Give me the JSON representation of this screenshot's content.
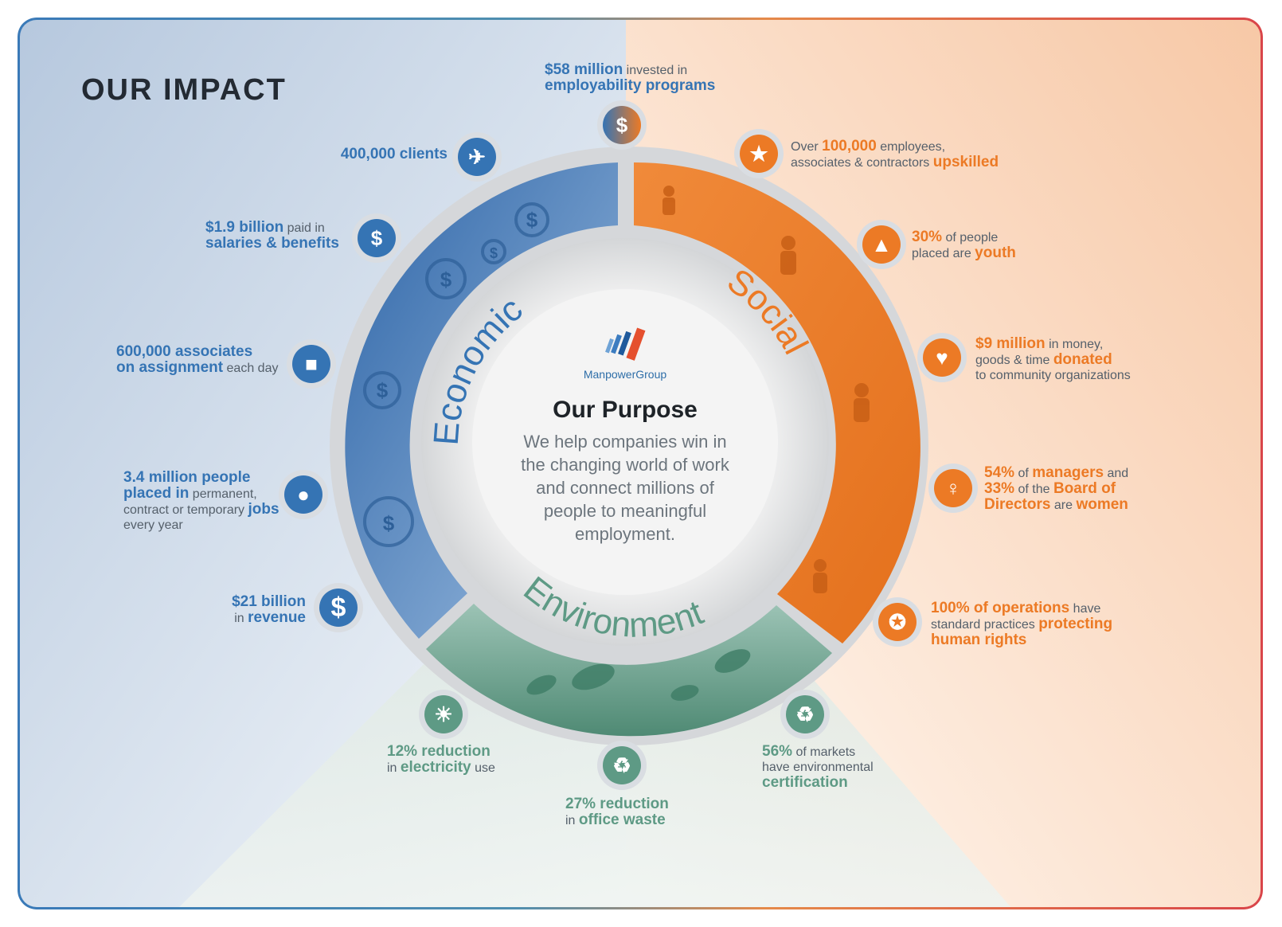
{
  "title": "OUR IMPACT",
  "center": {
    "brand": "ManpowerGroup",
    "heading": "Our Purpose",
    "text": "We help companies win in the changing world of work and connect millions of people to meaningful employment."
  },
  "segments": {
    "economic": "Economic",
    "social": "Social",
    "environment": "Environment"
  },
  "colors": {
    "economic": "#3574b4",
    "social": "#ec7a25",
    "environment": "#5e9a85"
  },
  "stats": {
    "employability": {
      "a": "$58 million",
      "b": " invested in",
      "c": "employability programs",
      "icon": "funding-icon"
    },
    "clients": {
      "a": "400,000 clients",
      "icon": "handshake-icon"
    },
    "salaries": {
      "a": "$1.9 billion",
      "b": " paid in",
      "c": "salaries & benefits",
      "icon": "dollar-icon"
    },
    "associates": {
      "a": "600,000 associates",
      "b": "on assignment",
      "c": " each day",
      "icon": "workers-icon"
    },
    "placed": {
      "a": "3.4 million people",
      "b": "placed in",
      "c": " permanent,",
      "d": "contract or temporary ",
      "e": "jobs",
      "f": "every year",
      "icon": "people-group-icon"
    },
    "revenue": {
      "a": "$21 billion",
      "b": "in ",
      "c": "revenue",
      "icon": "dollar-icon"
    },
    "upskilled": {
      "a": "Over ",
      "b": "100,000",
      "c": " employees,",
      "d": "associates & contractors ",
      "e": "upskilled",
      "icon": "graduate-icon"
    },
    "youth": {
      "a": "30%",
      "b": " of people",
      "c": "placed are ",
      "d": "youth",
      "icon": "youth-icon"
    },
    "donated": {
      "a": "$9 million",
      "b": " in money,",
      "c": "goods & time ",
      "d": "donated",
      "e": "to community organizations",
      "icon": "heart-icon"
    },
    "women": {
      "a": "54%",
      "b": " of ",
      "c": "managers",
      "d": " and",
      "e": "33%",
      "f": " of the ",
      "g": "Board of",
      "h": "Directors",
      "i": " are ",
      "j": "women",
      "icon": "woman-icon"
    },
    "rights": {
      "a": "100% of operations",
      "b": " have",
      "c": "standard practices ",
      "d": "protecting",
      "e": "human rights",
      "icon": "hands-icon"
    },
    "electricity": {
      "a": "12% reduction",
      "b": "in ",
      "c": "electricity",
      "d": " use",
      "icon": "lightbulb-icon"
    },
    "waste": {
      "a": "27% reduction",
      "b": "in ",
      "c": "office waste",
      "icon": "recycle-bin-icon"
    },
    "markets": {
      "a": "56%",
      "b": " of markets",
      "c": "have environmental",
      "d": "certification",
      "icon": "recycle-icon"
    }
  }
}
